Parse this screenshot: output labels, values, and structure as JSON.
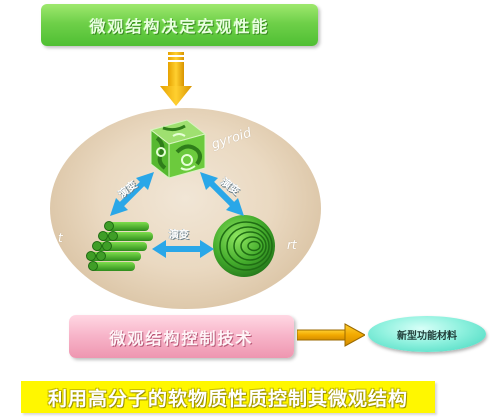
{
  "header": {
    "title": "微观结构决定宏观性能"
  },
  "diagram": {
    "top_structure_label": "gyroid",
    "left_edge_label": "t",
    "right_edge_label": "rt",
    "transition_labels": [
      "演变",
      "演变",
      "演变"
    ]
  },
  "control_box": {
    "title": "微观结构控制技术"
  },
  "target": {
    "title": "新型功能材料"
  },
  "footer": {
    "caption": "利用高分子的软物质性质控制其微观结构"
  },
  "colors": {
    "top_box": "#6fd049",
    "arrow_down": "#f4b400",
    "ellipse": "#ead9c1",
    "structure_green": "#3fa22b",
    "double_arrow": "#2aa7e8",
    "pink_box": "#f7b3c8",
    "target_ellipse": "#8ef1de",
    "bottom_bar": "#fff700"
  }
}
